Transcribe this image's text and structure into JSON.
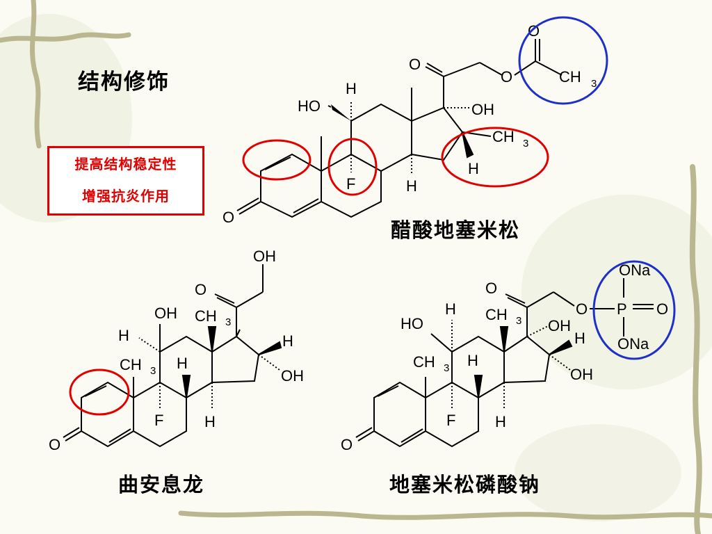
{
  "slide": {
    "title": "结构修饰",
    "note_lines": [
      "提高结构稳定性",
      "增强抗炎作用"
    ],
    "accent_red": "#e00000",
    "accent_blue": "#1e30c8"
  },
  "molecules": [
    {
      "name": "醋酸地塞米松",
      "highlight": "acetate ester (blue circle), 1,2-double bond, 9α-F, 16-methyl (red circles)"
    },
    {
      "name": "曲安息龙",
      "highlight": "1,2-double bond (red circle)"
    },
    {
      "name": "地塞米松磷酸钠",
      "highlight": "disodium phosphate ester (blue circle)"
    }
  ],
  "atom_labels": {
    "o": "O",
    "oh": "OH",
    "ho": "HO",
    "h": "H",
    "f": "F",
    "c": "CH",
    "three": "3",
    "p": "P",
    "ona": "ONa"
  }
}
